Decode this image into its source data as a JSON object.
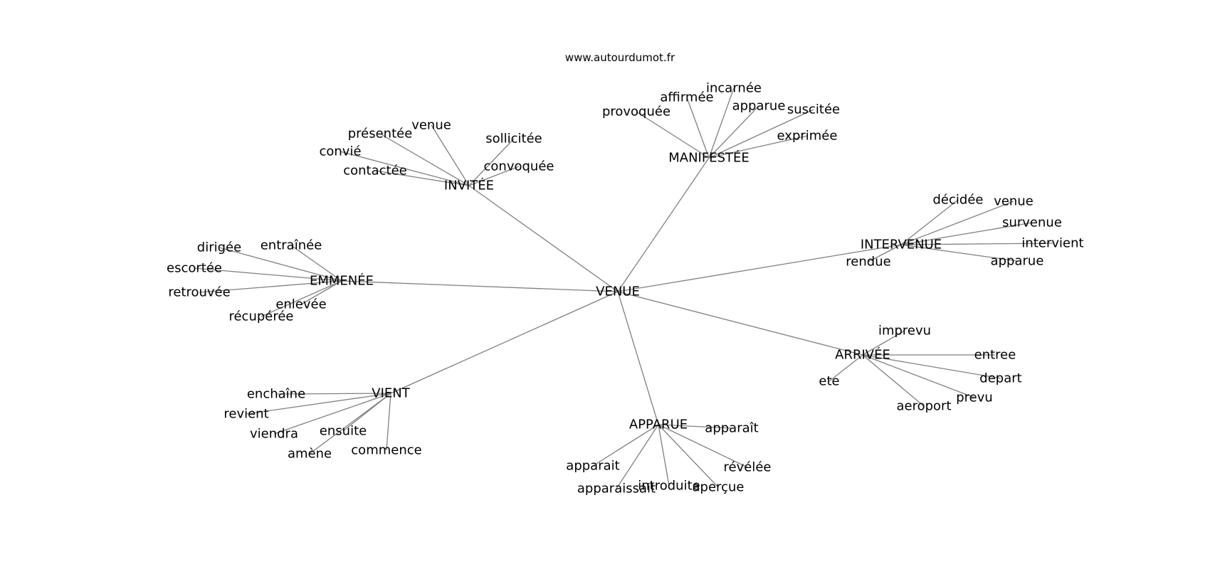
{
  "source": "www.autourdumot.fr",
  "colors": {
    "edge": "#808080",
    "text": "#000000",
    "background": "#ffffff"
  },
  "graph": {
    "root": "VENUE",
    "hubs": [
      {
        "id": "invitee",
        "label": "INVITÉE",
        "leaves": [
          "présentée",
          "venue",
          "convié",
          "contactée",
          "sollicitée",
          "convoquée"
        ]
      },
      {
        "id": "manifestee",
        "label": "MANIFESTÉE",
        "leaves": [
          "provoquée",
          "affirmée",
          "incarnée",
          "apparue",
          "suscitée",
          "exprimée"
        ]
      },
      {
        "id": "intervenue",
        "label": "INTERVENUE",
        "leaves": [
          "décidée",
          "venue",
          "survenue",
          "intervient",
          "rendue",
          "apparue"
        ]
      },
      {
        "id": "emmenee",
        "label": "EMMENÉE",
        "leaves": [
          "dirigée",
          "entraînée",
          "escortée",
          "retrouvée",
          "enlevée",
          "récupérée"
        ]
      },
      {
        "id": "arrivee",
        "label": "ARRIVÉE",
        "leaves": [
          "imprevu",
          "entree",
          "ete",
          "depart",
          "prevu",
          "aeroport"
        ]
      },
      {
        "id": "vient",
        "label": "VIENT",
        "leaves": [
          "enchaîne",
          "revient",
          "viendra",
          "ensuite",
          "amène",
          "commence"
        ]
      },
      {
        "id": "apparue",
        "label": "APPARUE",
        "leaves": [
          "apparaît",
          "apparait",
          "révélée",
          "apparaissait",
          "introduite",
          "aperçue"
        ]
      }
    ]
  }
}
